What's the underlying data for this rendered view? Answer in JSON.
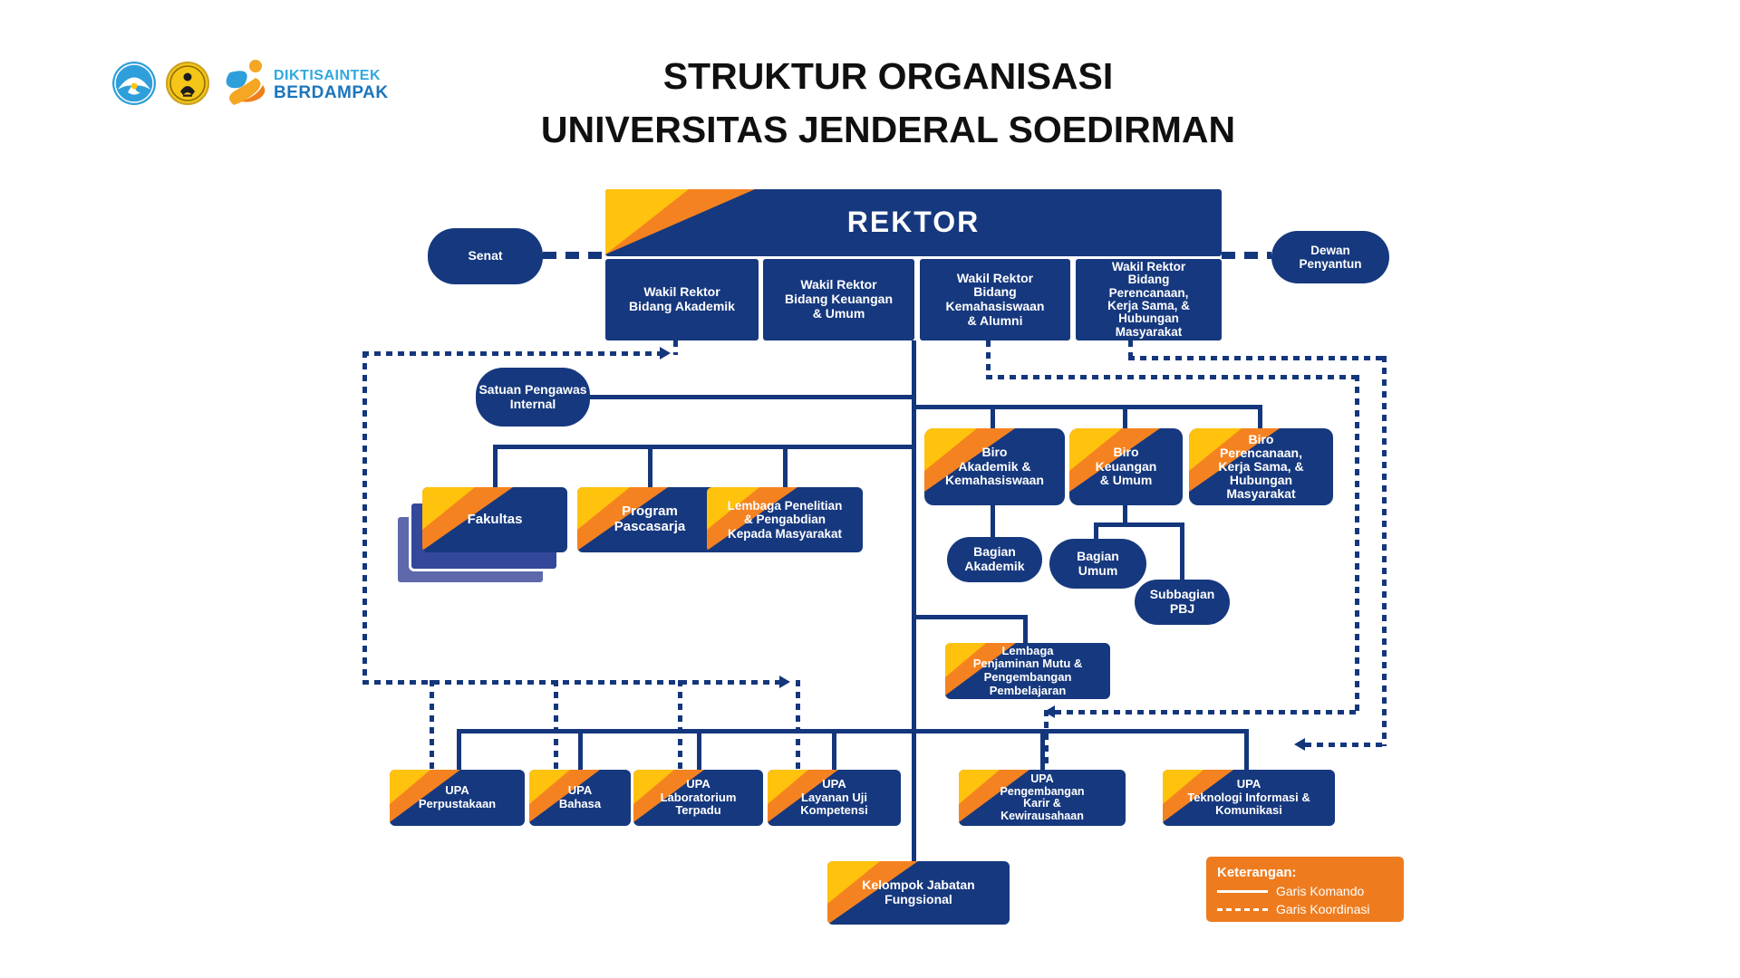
{
  "header": {
    "brand_line1": "DIKTISAINTEK",
    "brand_line2": "BERDAMPAK",
    "title_line1": "STRUKTUR ORGANISASI",
    "title_line2": "UNIVERSITAS JENDERAL SOEDIRMAN"
  },
  "nodes": {
    "rektor": {
      "label": "REKTOR"
    },
    "senat": {
      "label": "Senat"
    },
    "dewan_penyantun": {
      "label": "Dewan\nPenyantun"
    },
    "wr1": {
      "label": "Wakil Rektor\nBidang Akademik"
    },
    "wr2": {
      "label": "Wakil Rektor\nBidang Keuangan\n& Umum"
    },
    "wr3": {
      "label": "Wakil Rektor\nBidang\nKemahasiswaan\n& Alumni"
    },
    "wr4": {
      "label": "Wakil Rektor\nBidang\nPerencanaan,\nKerja Sama, &\nHubungan\nMasyarakat"
    },
    "spi": {
      "label": "Satuan Pengawas\nInternal"
    },
    "fakultas": {
      "label": "Fakultas"
    },
    "pascasarja": {
      "label": "Program\nPascasarja"
    },
    "lp2m": {
      "label": "Lembaga Penelitian\n& Pengabdian\nKepada Masyarakat"
    },
    "biro_akademik": {
      "label": "Biro\nAkademik &\nKemahasiswaan"
    },
    "biro_keuangan": {
      "label": "Biro\nKeuangan\n& Umum"
    },
    "biro_perencanaan": {
      "label": "Biro\nPerencanaan,\nKerja Sama, &\nHubungan\nMasyarakat"
    },
    "bagian_akademik": {
      "label": "Bagian\nAkademik"
    },
    "bagian_umum": {
      "label": "Bagian\nUmum"
    },
    "subbagian_pbj": {
      "label": "Subbagian\nPBJ"
    },
    "lpmpp": {
      "label": "Lembaga\nPenjaminan Mutu &\nPengembangan\nPembelajaran"
    },
    "upa_perpustakaan": {
      "label": "UPA\nPerpustakaan"
    },
    "upa_bahasa": {
      "label": "UPA\nBahasa"
    },
    "upa_laboratorium": {
      "label": "UPA\nLaboratorium\nTerpadu"
    },
    "upa_layanan_uji": {
      "label": "UPA\nLayanan Uji\nKompetensi"
    },
    "upa_pengembangan_karir": {
      "label": "UPA\nPengembangan\nKarir &\nKewirausahaan"
    },
    "upa_tik": {
      "label": "UPA\nTeknologi Informasi &\nKomunikasi"
    },
    "kelompok_jabatan": {
      "label": "Kelompok Jabatan\nFungsional"
    }
  },
  "legend": {
    "title": "Keterangan:",
    "items": [
      {
        "style": "solid",
        "label": "Garis Komando"
      },
      {
        "style": "dashed",
        "label": "Garis Koordinasi"
      }
    ]
  },
  "colors": {
    "navy": "#16387E",
    "yellow": "#FFC20D",
    "orange": "#F58220",
    "legend_orange": "#EE7C1F",
    "brand_blue_light": "#2FA8DF",
    "brand_blue_dark": "#1B75BC"
  }
}
